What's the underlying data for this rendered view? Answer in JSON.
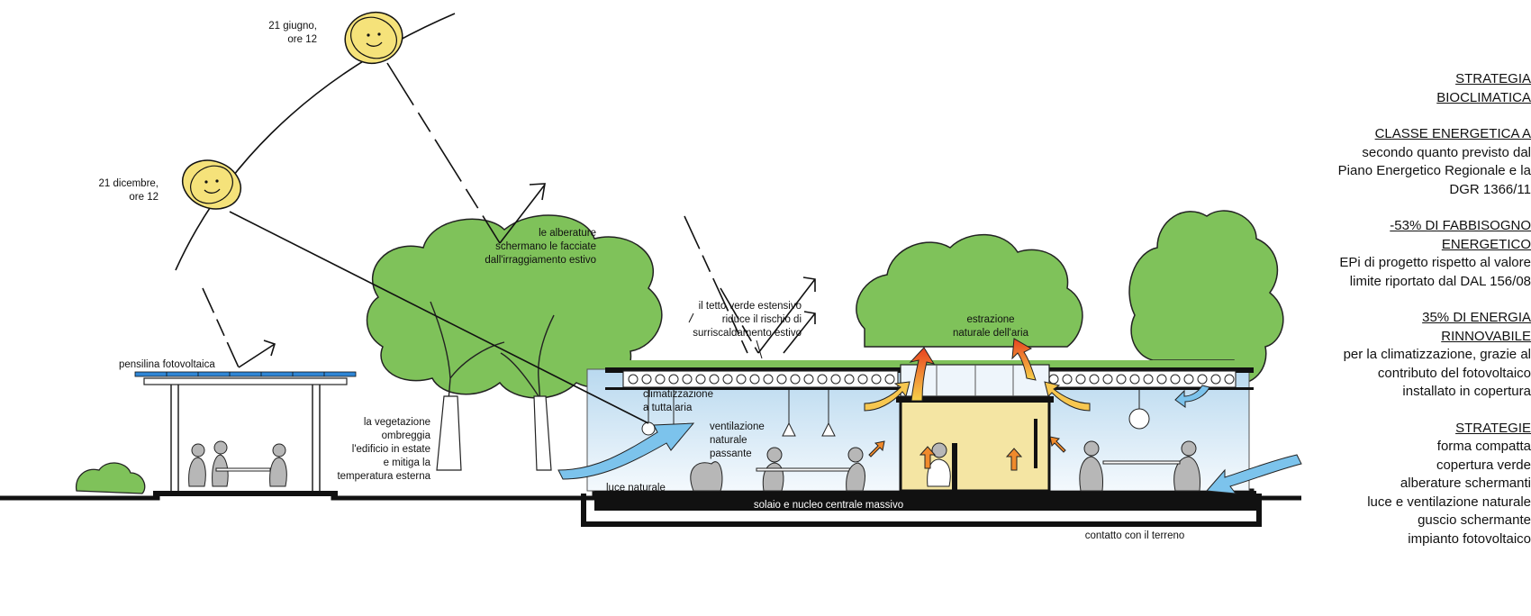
{
  "sun_labels": {
    "summer": [
      "21 giugno,",
      "ore 12"
    ],
    "winter": [
      "21 dicembre,",
      "ore 12"
    ]
  },
  "diagram_labels": {
    "pensilina": "pensilina fotovoltaica",
    "alberature": [
      "le alberature",
      "schermano le facciate",
      "dall'irraggiamento estivo"
    ],
    "tetto_verde": [
      "il tetto verde estensivo",
      "riduce il rischio di",
      "surriscaldamento estivo"
    ],
    "estrazione": [
      "estrazione",
      "naturale dell'aria"
    ],
    "vegetazione": [
      "la vegetazione",
      "ombreggia",
      "l'edificio in estate",
      "e mitiga la",
      "temperatura esterna"
    ],
    "climatizzazione": [
      "climatizzazione",
      "a tutta aria"
    ],
    "ventilazione": [
      "ventilazione",
      "naturale",
      "passante"
    ],
    "luce": "luce naturale",
    "solaio": "solaio e nucleo centrale massivo",
    "contatto": "contatto con il terreno"
  },
  "panel": {
    "title": [
      "STRATEGIA",
      "BIOCLIMATICA"
    ],
    "sections": [
      {
        "heading": [
          "CLASSE ENERGETICA A"
        ],
        "body": [
          "secondo quanto previsto dal",
          "Piano Energetico Regionale e la",
          "DGR 1366/11"
        ]
      },
      {
        "heading": [
          "-53% DI FABBISOGNO",
          "ENERGETICO"
        ],
        "body": [
          "EPi di progetto rispetto al valore",
          "limite riportato dal DAL 156/08"
        ]
      },
      {
        "heading": [
          "35% DI ENERGIA",
          "RINNOVABILE"
        ],
        "body": [
          "per la climatizzazione, grazie al",
          "contributo del fotovoltaico",
          "installato in copertura"
        ]
      },
      {
        "heading": [
          "STRATEGIE"
        ],
        "body": [
          "forma compatta",
          "copertura verde",
          "alberature schermanti",
          "luce e ventilazione naturale",
          "guscio schermante",
          "impianto fotovoltaico"
        ]
      }
    ]
  },
  "colors": {
    "tree": "#7fc25a",
    "tree_light": "#a9d785",
    "sun": "#f5e27a",
    "glass": "#dcecf8",
    "core": "#f4e5a3",
    "pv_panel": "#2f86d6",
    "arrow_blue": "#7cc3ec",
    "arrow_warm": "#f08a2c"
  }
}
